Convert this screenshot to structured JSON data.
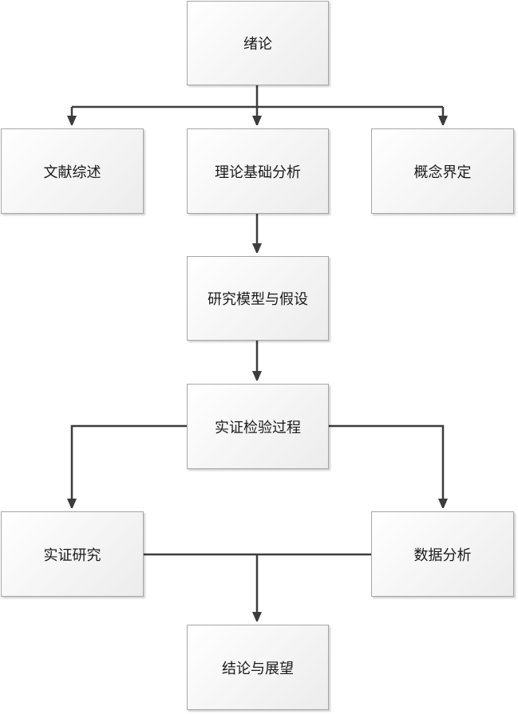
{
  "nodes": {
    "intro": "绪论",
    "literature_review": "文献综述",
    "theoretical_analysis": "理论基础分析",
    "concept_definition": "概念界定",
    "model_hypothesis": "研究模型与假设",
    "empirical_test": "实证检验过程",
    "empirical_study": "实证研究",
    "data_analysis": "数据分析",
    "conclusion": "结论与展望"
  },
  "colors": {
    "line": "#3c3c3c",
    "border": "#a6a6a6"
  }
}
